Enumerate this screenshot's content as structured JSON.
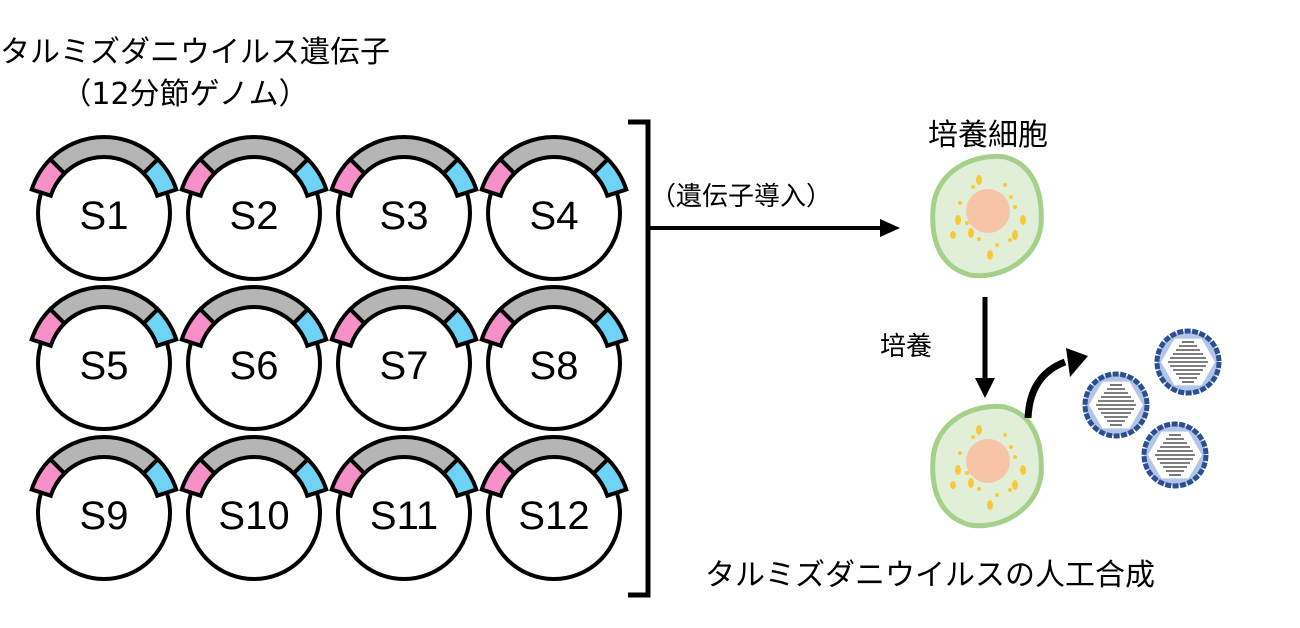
{
  "title_line1": "タルミズダニウイルス遺伝子",
  "title_line2": "（12分節ゲノム）",
  "segments": [
    "S1",
    "S2",
    "S3",
    "S4",
    "S5",
    "S6",
    "S7",
    "S8",
    "S9",
    "S10",
    "S11",
    "S12"
  ],
  "transfection_label": "（遺伝子導入）",
  "cell_label": "培養細胞",
  "culture_label": "培養",
  "result_label": "タルミズダニウイルスの人工合成",
  "colors": {
    "pink": "#f690c8",
    "blue": "#6fd3f5",
    "gray": "#b5b5b5",
    "cell_fill": "#e1efd9",
    "cell_edge": "#a5d08a",
    "nucleus": "#f6c5a8",
    "granule": "#f8c83a",
    "virus_edge": "#2b4f91",
    "virus_fill": "#b3c5e6"
  }
}
